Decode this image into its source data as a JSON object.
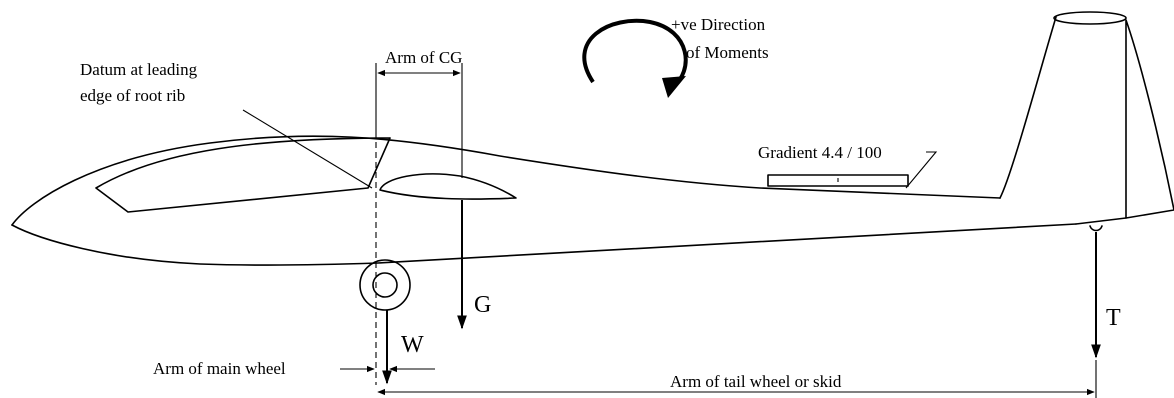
{
  "labels": {
    "datum_line1": "Datum at leading",
    "datum_line2": "edge of root rib",
    "arm_cg": "Arm of CG",
    "moments_line1": "+ve Direction",
    "moments_line2": "of Moments",
    "gradient": "Gradient 4.4 / 100",
    "arm_main_wheel": "Arm of main wheel",
    "arm_tail_wheel": "Arm of tail wheel or skid"
  },
  "forces": {
    "gravity": "G",
    "main_wheel": "W",
    "tail": "T"
  }
}
